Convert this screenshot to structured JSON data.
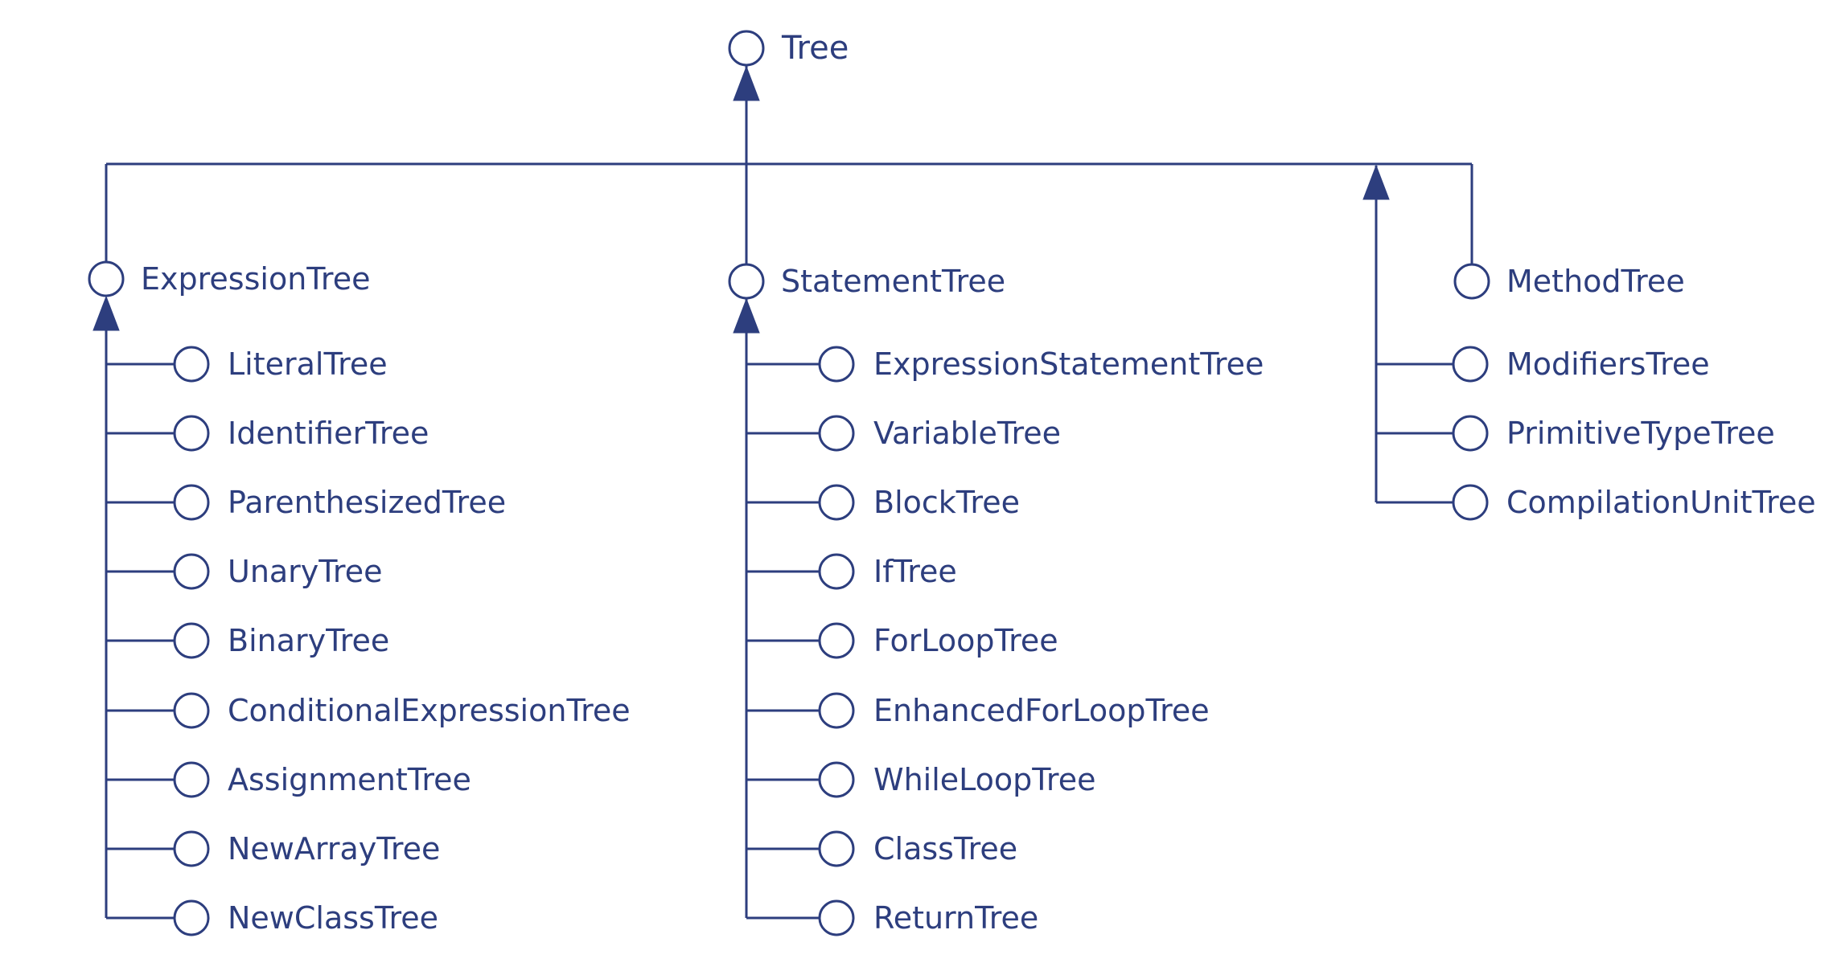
{
  "page": {
    "background_color": "#ffffff"
  },
  "diagram": {
    "line_color": "#2d3e7e",
    "text_color": "#2d3e7e",
    "arrow_fill_color": "#2d3e7e",
    "node_fill_color": "#ffffff",
    "root": {
      "label": "Tree"
    },
    "groups": [
      {
        "head": "ExpressionTree",
        "children": [
          "LiteralTree",
          "IdentifierTree",
          "ParenthesizedTree",
          "UnaryTree",
          "BinaryTree",
          "ConditionalExpressionTree",
          "AssignmentTree",
          "NewArrayTree",
          "NewClassTree"
        ]
      },
      {
        "head": "StatementTree",
        "children": [
          "ExpressionStatementTree",
          "VariableTree",
          "BlockTree",
          "IfTree",
          "ForLoopTree",
          "EnhancedForLoopTree",
          "WhileLoopTree",
          "ClassTree",
          "ReturnTree"
        ]
      },
      {
        "head": "MethodTree",
        "children": []
      },
      {
        "head": null,
        "children": [
          "ModifiersTree",
          "PrimitiveTypeTree",
          "CompilationUnitTree"
        ]
      }
    ]
  }
}
